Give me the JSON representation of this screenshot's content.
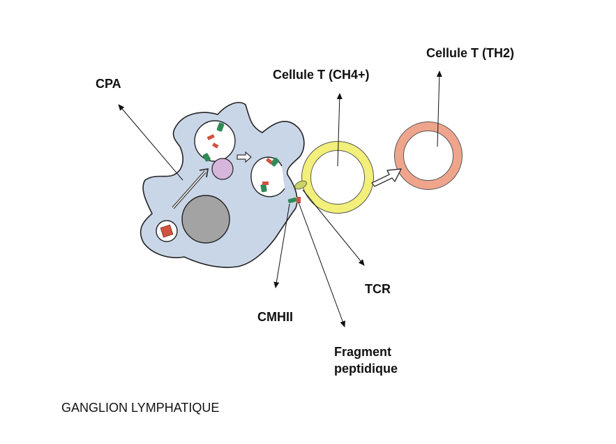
{
  "labels": {
    "cpa": "CPA",
    "cellule_t_ch4": "Cellule T (CH4+)",
    "cellule_t_th2": "Cellule T (TH2)",
    "tcr": "TCR",
    "cmhii": "CMHII",
    "fragment_line1": "Fragment",
    "fragment_line2": "peptidique"
  },
  "caption": "GANGLION LYMPHATIQUE",
  "colors": {
    "cpa_fill": "#c9d6e8",
    "cpa_stroke": "#222222",
    "nucleus": "#a3a3a3",
    "vesicle_purple": "#d7b6dc",
    "t_ch4_ring": "#f2ef7a",
    "t_th2_ring": "#efa58c",
    "mhc_green": "#2f8a55",
    "peptide_red": "#d0533f",
    "antigen_red": "#d0533f"
  }
}
